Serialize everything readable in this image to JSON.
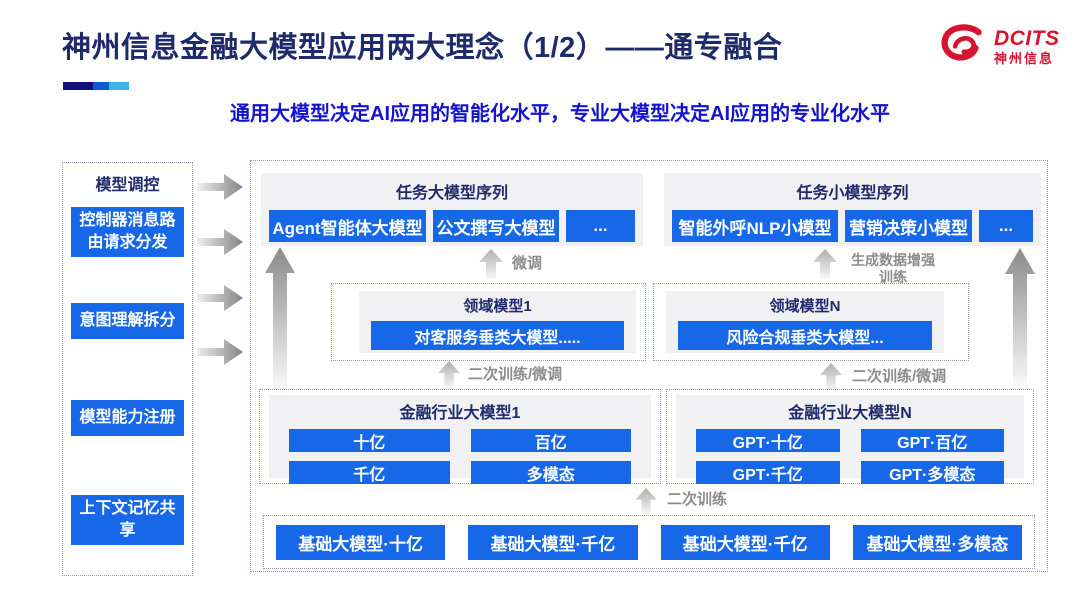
{
  "page": {
    "title": "神州信息金融大模型应用两大理念（1/2）——通专融合",
    "subtitle": "通用大模型决定AI应用的智能化水平，专业大模型决定AI应用的专业化水平"
  },
  "logo": {
    "brand": "DCITS",
    "company": "神州信息"
  },
  "sidebar": {
    "title": "模型调控",
    "items": [
      {
        "label": "控制器消息路由请求分发"
      },
      {
        "label": "意图理解拆分"
      },
      {
        "label": "模型能力注册"
      },
      {
        "label": "上下文记忆共享"
      }
    ]
  },
  "diagram": {
    "task_large": {
      "title": "任务大模型序列",
      "boxes": [
        "Agent智能体大模型",
        "公文撰写大模型",
        "..."
      ]
    },
    "task_small": {
      "title": "任务小模型序列",
      "boxes": [
        "智能外呼NLP小模型",
        "营销决策小模型",
        "..."
      ]
    },
    "domain1": {
      "title": "领域模型1",
      "box": "对客服务垂类大模型....."
    },
    "domainN": {
      "title": "领域模型N",
      "box": "风险合规垂类大模型..."
    },
    "industry1": {
      "title": "金融行业大模型1",
      "boxes": [
        "十亿",
        "百亿",
        "千亿",
        "多模态"
      ]
    },
    "industryN": {
      "title": "金融行业大模型N",
      "boxes": [
        "GPT·十亿",
        "GPT·百亿",
        "GPT·千亿",
        "GPT·多模态"
      ]
    },
    "base": {
      "boxes": [
        "基础大模型·十亿",
        "基础大模型·千亿",
        "基础大模型·千亿",
        "基础大模型·多模态"
      ]
    },
    "arrow_labels": {
      "fine_tune": "微调",
      "gen_data_training": "生成数据增强训练",
      "retrain_ft_left": "二次训练/微调",
      "retrain_ft_right": "二次训练/微调",
      "retrain": "二次训练"
    }
  },
  "colors": {
    "accent_blue": "#1668E8",
    "navy_text": "#1E2A6A",
    "subtitle_blue": "#1414CE",
    "logo_red": "#D5152F",
    "arrow_label_gray": "#8C8C8C",
    "panel_gray": "#F1F1F3",
    "dashed_border": "#8A9BC4"
  }
}
